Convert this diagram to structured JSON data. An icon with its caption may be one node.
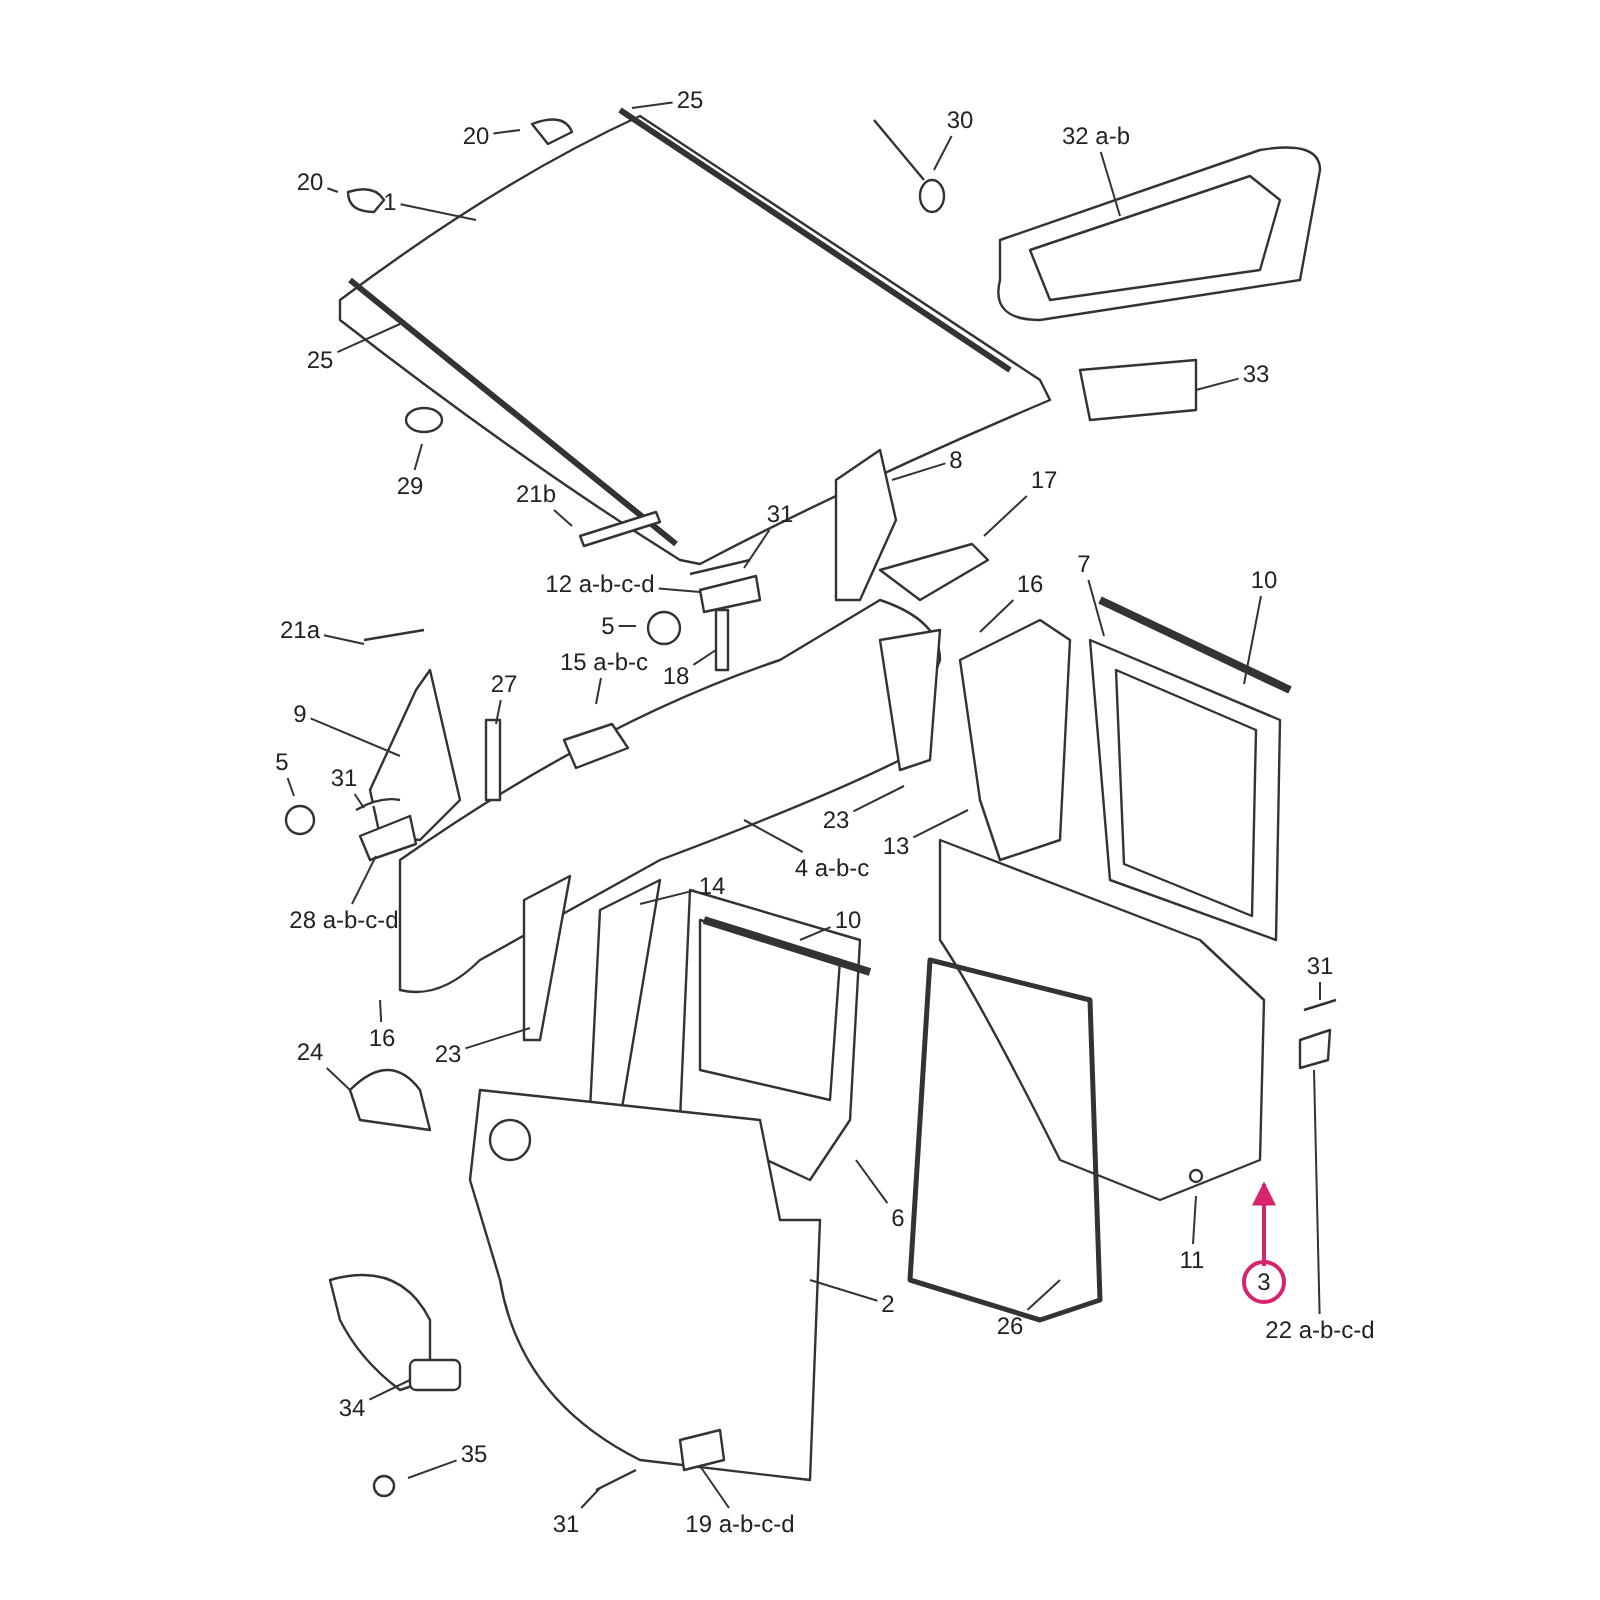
{
  "diagram": {
    "nodes": [
      {
        "text": [
          "1"
        ]
      },
      {
        "text": [
          "20"
        ]
      },
      {
        "text": [
          "20"
        ]
      },
      {
        "text": [
          "25"
        ]
      },
      {
        "text": [
          "25"
        ]
      },
      {
        "text": [
          "29"
        ]
      },
      {
        "text": [
          "30"
        ]
      },
      {
        "text": [
          "32 a-b"
        ]
      },
      {
        "text": [
          "33"
        ]
      },
      {
        "text": [
          "21b"
        ]
      },
      {
        "text": [
          "31"
        ]
      },
      {
        "text": [
          "12 a-b-c-d"
        ]
      },
      {
        "text": [
          "8"
        ]
      },
      {
        "text": [
          "17"
        ]
      },
      {
        "text": [
          "16"
        ]
      },
      {
        "text": [
          "7"
        ]
      },
      {
        "text": [
          "10"
        ]
      },
      {
        "text": [
          "5"
        ]
      },
      {
        "text": [
          "21a"
        ]
      },
      {
        "text": [
          "15 a-b-c"
        ]
      },
      {
        "text": [
          "27"
        ]
      },
      {
        "text": [
          "18"
        ]
      },
      {
        "text": [
          "9"
        ]
      },
      {
        "text": [
          "5"
        ]
      },
      {
        "text": [
          "31"
        ]
      },
      {
        "text": [
          "23"
        ]
      },
      {
        "text": [
          "13"
        ]
      },
      {
        "text": [
          "4 a-b-c"
        ]
      },
      {
        "text": [
          "28 a-b-c-d"
        ]
      },
      {
        "text": [
          "14"
        ]
      },
      {
        "text": [
          "10"
        ]
      },
      {
        "text": [
          "31"
        ]
      },
      {
        "text": [
          "16"
        ]
      },
      {
        "text": [
          "23"
        ]
      },
      {
        "text": [
          "24"
        ]
      },
      {
        "text": [
          "6"
        ]
      },
      {
        "text": [
          "2"
        ]
      },
      {
        "text": [
          "11"
        ]
      },
      {
        "text": [
          "3"
        ]
      },
      {
        "text": [
          "26"
        ]
      },
      {
        "text": [
          "22 a-b-c-d"
        ]
      },
      {
        "text": [
          "34"
        ]
      },
      {
        "text": [
          "35"
        ]
      },
      {
        "text": [
          "31"
        ]
      },
      {
        "text": [
          "19 a-b-c-d"
        ]
      }
    ],
    "edges": [
      {
        "from": 0,
        "to": null,
        "arrow": "none"
      },
      {
        "from": 1,
        "to": null,
        "arrow": "none"
      },
      {
        "from": 2,
        "to": null,
        "arrow": "none"
      },
      {
        "from": 3,
        "to": null,
        "arrow": "none"
      },
      {
        "from": 4,
        "to": null,
        "arrow": "none"
      },
      {
        "from": 5,
        "to": null,
        "arrow": "none"
      },
      {
        "from": 6,
        "to": null,
        "arrow": "none"
      },
      {
        "from": 7,
        "to": null,
        "arrow": "none"
      },
      {
        "from": 8,
        "to": null,
        "arrow": "none"
      },
      {
        "from": 9,
        "to": null,
        "arrow": "none"
      },
      {
        "from": 10,
        "to": null,
        "arrow": "none"
      },
      {
        "from": 11,
        "to": null,
        "arrow": "none"
      },
      {
        "from": 12,
        "to": null,
        "arrow": "none"
      },
      {
        "from": 13,
        "to": null,
        "arrow": "none"
      },
      {
        "from": 14,
        "to": null,
        "arrow": "none"
      },
      {
        "from": 15,
        "to": null,
        "arrow": "none"
      },
      {
        "from": 16,
        "to": null,
        "arrow": "none"
      },
      {
        "from": 17,
        "to": null,
        "arrow": "none"
      },
      {
        "from": 18,
        "to": null,
        "arrow": "none"
      },
      {
        "from": 19,
        "to": null,
        "arrow": "none"
      },
      {
        "from": 20,
        "to": null,
        "arrow": "none"
      },
      {
        "from": 21,
        "to": null,
        "arrow": "none"
      },
      {
        "from": 22,
        "to": null,
        "arrow": "none"
      },
      {
        "from": 23,
        "to": null,
        "arrow": "none"
      },
      {
        "from": 24,
        "to": null,
        "arrow": "none"
      },
      {
        "from": 25,
        "to": null,
        "arrow": "none"
      },
      {
        "from": 26,
        "to": null,
        "arrow": "none"
      },
      {
        "from": 27,
        "to": null,
        "arrow": "none"
      },
      {
        "from": 28,
        "to": null,
        "arrow": "none"
      },
      {
        "from": 29,
        "to": null,
        "arrow": "none"
      },
      {
        "from": 30,
        "to": null,
        "arrow": "none"
      },
      {
        "from": 31,
        "to": null,
        "arrow": "none"
      },
      {
        "from": 32,
        "to": null,
        "arrow": "none"
      },
      {
        "from": 33,
        "to": null,
        "arrow": "none"
      },
      {
        "from": 34,
        "to": null,
        "arrow": "none"
      },
      {
        "from": 35,
        "to": null,
        "arrow": "none"
      },
      {
        "from": 36,
        "to": null,
        "arrow": "none"
      },
      {
        "from": 37,
        "to": null,
        "arrow": "none"
      },
      {
        "from": 38,
        "to": null,
        "arrow": "to",
        "color": "#d6246e"
      },
      {
        "from": 39,
        "to": null,
        "arrow": "none"
      },
      {
        "from": 40,
        "to": null,
        "arrow": "none"
      },
      {
        "from": 41,
        "to": null,
        "arrow": "none"
      },
      {
        "from": 42,
        "to": null,
        "arrow": "none"
      },
      {
        "from": 43,
        "to": null,
        "arrow": "none"
      },
      {
        "from": 44,
        "to": null,
        "arrow": "none"
      }
    ]
  }
}
